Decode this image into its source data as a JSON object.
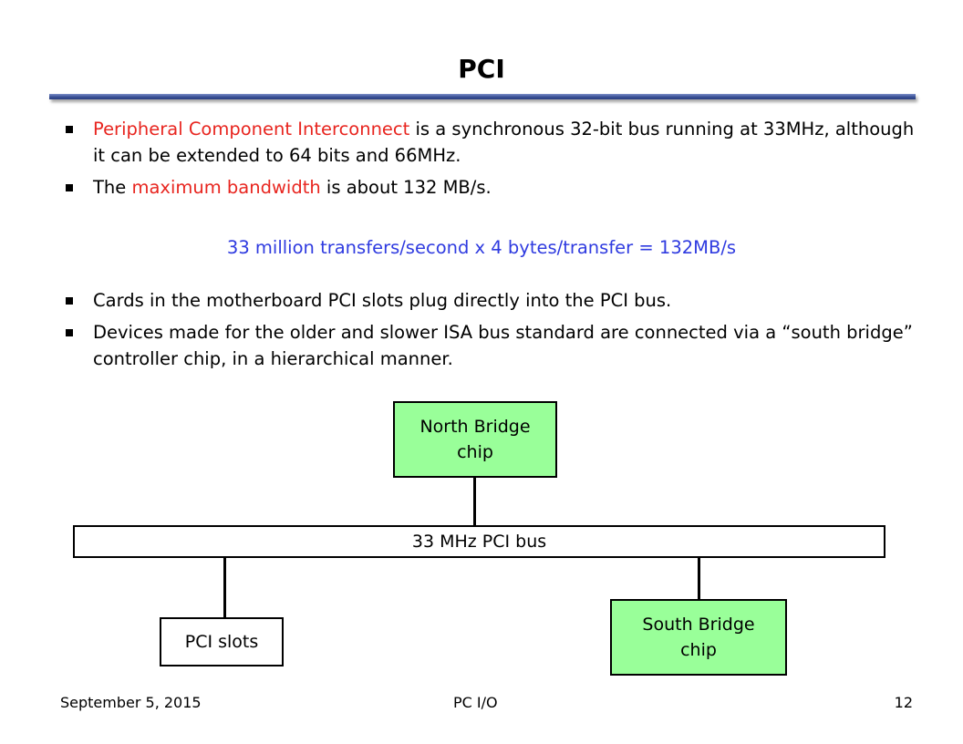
{
  "slide": {
    "title": "PCI",
    "bullets": [
      {
        "parts": [
          {
            "text": "Peripheral Component Interconnect",
            "accent": true
          },
          {
            "text": " is a synchronous 32-bit bus running at 33MHz, although it can be extended to 64 bits and 66MHz.",
            "accent": false
          }
        ]
      },
      {
        "parts": [
          {
            "text": "The ",
            "accent": false
          },
          {
            "text": "maximum bandwidth",
            "accent": true
          },
          {
            "text": " is about 132 MB/s.",
            "accent": false
          }
        ]
      }
    ],
    "formula": "33 million transfers/second x 4 bytes/transfer = 132MB/s",
    "bullets2": [
      "Cards in the motherboard PCI slots plug directly into the PCI bus.",
      "Devices made for the older and slower ISA bus standard are connected via a “south bridge” controller chip, in a hierarchical manner."
    ]
  },
  "diagram": {
    "north_bridge": "North Bridge chip",
    "bus": "33 MHz PCI bus",
    "pci_slots": "PCI slots",
    "south_bridge": "South Bridge chip"
  },
  "footer": {
    "date": "September 5, 2015",
    "topic": "PC I/O",
    "page": "12"
  },
  "colors": {
    "accent_red": "#e8251f",
    "formula_blue": "#2f3be0",
    "chip_green": "#99ff99",
    "title_rule": "#3a5196"
  }
}
